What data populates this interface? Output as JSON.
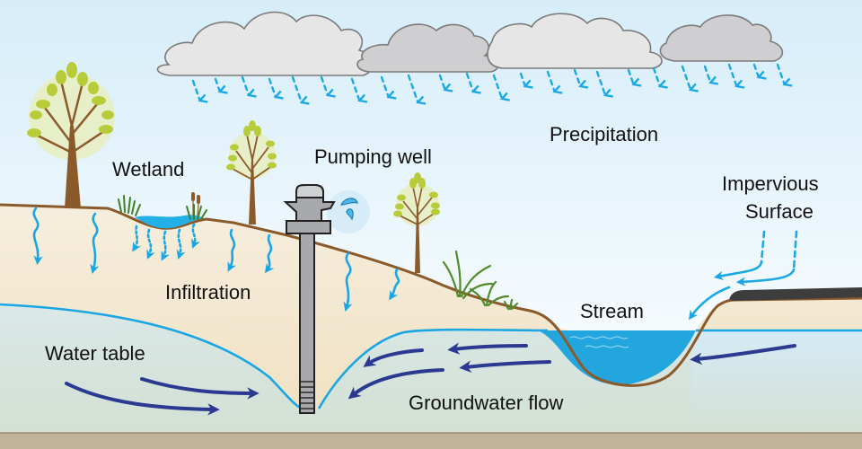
{
  "diagram": {
    "title": "Groundwater and surface water interaction",
    "labels": {
      "precipitation": "Precipitation",
      "wetland": "Wetland",
      "pumping_well": "Pumping well",
      "infiltration": "Infiltration",
      "water_table": "Water table",
      "groundwater_flow": "Groundwater flow",
      "stream": "Stream",
      "impervious_line1": "Impervious",
      "impervious_line2": "Surface"
    },
    "colors": {
      "sky_top": "#d8eefa",
      "sky_bottom": "#ffffff",
      "soil": "#f4ead6",
      "soil_dark": "#efe0c2",
      "ground_line": "#8b5a2b",
      "groundwater": "#d4e3de",
      "water_table_line": "#19a6e2",
      "stream_water": "#22a6dd",
      "bedrock": "#c2b299",
      "cloud_light": "#e6e6e7",
      "cloud_dark": "#cfcfd1",
      "cloud_outline": "#7a7a7a",
      "rain": "#1aa9e3",
      "flow_arrow": "#2b3990",
      "leaf": "#b8cc3a",
      "trunk": "#8b5a2b",
      "grass": "#4f8a2b",
      "well_body": "#a7a9ac",
      "impervious": "#3d3d3d"
    },
    "icons": [
      "cloud-icon",
      "raindrop-icon",
      "tree-icon",
      "well-pump-icon",
      "water-splash-icon",
      "grass-icon",
      "cattail-icon",
      "arrow-icon"
    ]
  }
}
